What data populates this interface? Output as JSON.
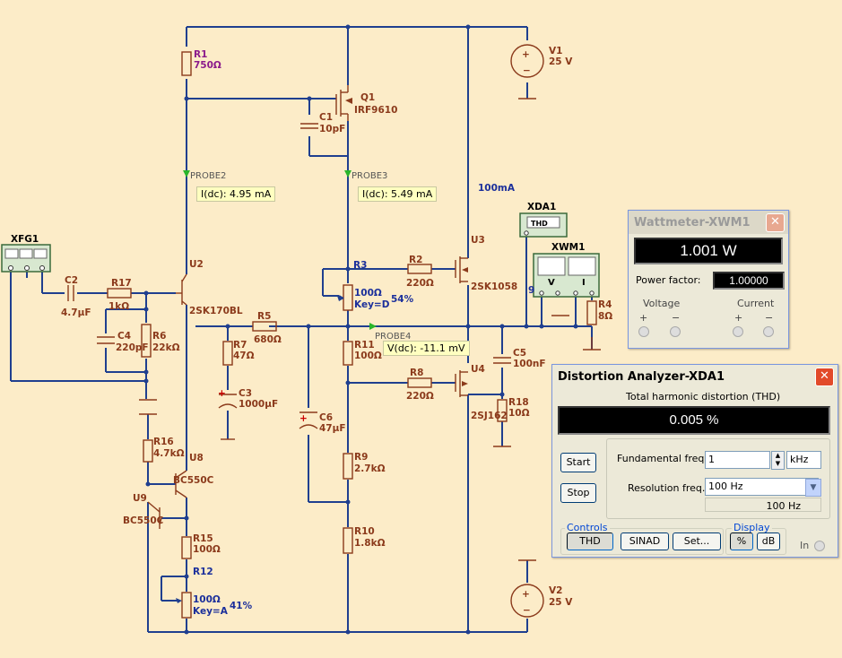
{
  "schematic": {
    "labels": {
      "xfg1": "XFG1",
      "r1": "R1",
      "r1_val": "750Ω",
      "q1": "Q1",
      "q1_val": "IRF9610",
      "c1": "C1",
      "c1_val": "10pF",
      "probe2": "PROBE2",
      "probe3": "PROBE3",
      "probe4": "PROBE4",
      "i_probe2": "I(dc): 4.95 mA",
      "i_probe3": "I(dc): 5.49 mA",
      "v_probe4": "V(dc): -11.1 mV",
      "current_100ma": "100mA",
      "c2": "C2",
      "c2_val": "4.7µF",
      "r17": "R17",
      "r17_val": "1kΩ",
      "u2": "U2",
      "u2_val": "2SK170BL",
      "c4": "C4",
      "c4_val": "220pF",
      "r6": "R6",
      "r6_val": "22kΩ",
      "r5": "R5",
      "r5_val": "680Ω",
      "r7": "R7",
      "r7_val": "47Ω",
      "c3": "C3",
      "c3_val": "1000µF",
      "r3": "R3",
      "r3_val": "100Ω",
      "r3_key": "Key=D",
      "r3_pct": "54%",
      "r2": "R2",
      "r2_val": "220Ω",
      "u3": "U3",
      "u3_val": "2SK1058",
      "r11": "R11",
      "r11_val": "100Ω",
      "c6": "C6",
      "c6_val": "47µF",
      "r8": "R8",
      "r8_val": "220Ω",
      "u4": "U4",
      "u4_val": "2SJ162",
      "c5": "C5",
      "c5_val": "100nF",
      "r18": "R18",
      "r18_val": "10Ω",
      "r4": "R4",
      "r4_val": "8Ω",
      "r9": "R9",
      "r9_val": "2.7kΩ",
      "r10": "R10",
      "r10_val": "1.8kΩ",
      "r16": "R16",
      "r16_val": "4.7kΩ",
      "u8": "U8",
      "u8_val": "BC550C",
      "u9": "U9",
      "u9_val": "BC550C",
      "r15": "R15",
      "r15_val": "100Ω",
      "r12": "R12",
      "r12_val": "100Ω",
      "r12_key": "Key=A",
      "r12_pct": "41%",
      "v1": "V1",
      "v1_val": "25 V",
      "v2": "V2",
      "v2_val": "25 V",
      "xda1": "XDA1",
      "xda1_box": "THD",
      "xwm1": "XWM1",
      "xwm_v": "V",
      "xwm_i": "I",
      "xwm_9": "9",
      "plus": "+",
      "minus": "-"
    }
  },
  "wattmeter": {
    "title": "Wattmeter-XWM1",
    "close": "✕",
    "reading": "1.001 W",
    "pf_label": "Power factor:",
    "pf_value": "1.00000",
    "voltage_label": "Voltage",
    "current_label": "Current",
    "plus": "+",
    "minus": "−"
  },
  "distortion": {
    "title": "Distortion Analyzer-XDA1",
    "close": "✕",
    "thd_heading": "Total harmonic distortion (THD)",
    "thd_value": "0.005 %",
    "start_label": "Start",
    "stop_label": "Stop",
    "fund_label": "Fundamental freq.",
    "fund_value": "1",
    "fund_unit": "kHz",
    "res_label": "Resolution freq.",
    "res_value": "100 Hz",
    "res_display": "100 Hz",
    "controls_label": "Controls",
    "thd_btn": "THD",
    "sinad_btn": "SINAD",
    "set_btn": "Set...",
    "display_label": "Display",
    "pct_btn": "%",
    "db_btn": "dB",
    "in_label": "In"
  }
}
